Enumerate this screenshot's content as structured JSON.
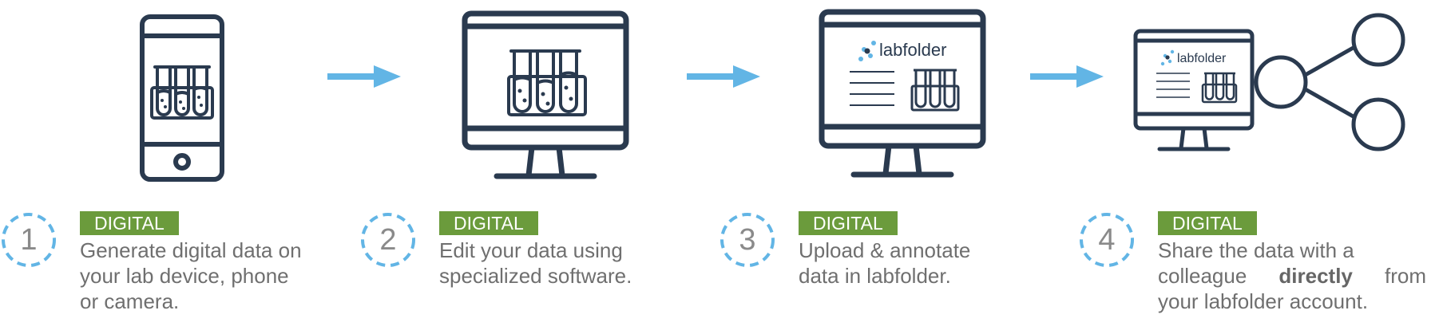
{
  "colors": {
    "navy": "#2a3a4f",
    "arrow": "#62b5e5",
    "green": "#6b9b3c",
    "text": "#6f6f6f",
    "circle": "#62b5e5"
  },
  "brand": "labfolder",
  "arrows": [
    "right-arrow",
    "right-arrow",
    "right-arrow"
  ],
  "steps": [
    {
      "number": "1",
      "badge": "DIGITAL",
      "lines": [
        "Generate digital data on",
        "your lab device, phone",
        "or camera."
      ]
    },
    {
      "number": "2",
      "badge": "DIGITAL",
      "lines": [
        "Edit your data using",
        "specialized software."
      ]
    },
    {
      "number": "3",
      "badge": "DIGITAL",
      "lines": [
        "Upload & annotate",
        "data in labfolder."
      ]
    },
    {
      "number": "4",
      "badge": "DIGITAL",
      "line1": "Share the data with a",
      "line2_pre": "colleague",
      "line2_bold": "directly",
      "line2_post": "from",
      "line3": "your labfolder account."
    }
  ]
}
